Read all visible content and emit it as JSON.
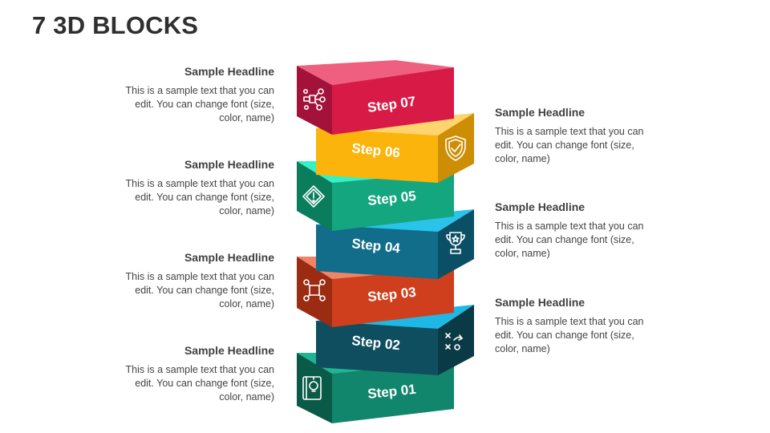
{
  "title": "7 3D BLOCKS",
  "steps": [
    {
      "label": "Step 07",
      "icon": "marketing-network-icon",
      "colors": {
        "front": "#d81a47",
        "top": "#ef5f80",
        "side": "#a3123a"
      }
    },
    {
      "label": "Step 06",
      "icon": "shield-check-icon",
      "colors": {
        "front": "#fbb40c",
        "top": "#ffd36e",
        "side": "#cd8e05"
      }
    },
    {
      "label": "Step 05",
      "icon": "warning-sign-icon",
      "colors": {
        "front": "#13a67f",
        "top": "#35f2c5",
        "side": "#0a7d5c"
      }
    },
    {
      "label": "Step 04",
      "icon": "trophy-icon",
      "colors": {
        "front": "#116d8a",
        "top": "#2ac3ea",
        "side": "#0b4f66"
      }
    },
    {
      "label": "Step 03",
      "icon": "team-collaboration-icon",
      "colors": {
        "front": "#cf3f1d",
        "top": "#ef8467",
        "side": "#9b2c11"
      }
    },
    {
      "label": "Step 02",
      "icon": "strategy-play-icon",
      "colors": {
        "front": "#0f4e5f",
        "top": "#1fb8e6",
        "side": "#0b3a47"
      }
    },
    {
      "label": "Step 01",
      "icon": "book-idea-icon",
      "colors": {
        "front": "#11866d",
        "top": "#1fb594",
        "side": "#0a5a48"
      }
    }
  ],
  "callouts": {
    "left": [
      {
        "headline": "Sample Headline",
        "body": "This is a sample text that you can edit. You can change font (size, color, name)"
      },
      {
        "headline": "Sample Headline",
        "body": "This is a sample text that you can edit. You can change font (size, color, name)"
      },
      {
        "headline": "Sample Headline",
        "body": "This is a sample text that you can edit. You can change font (size, color, name)"
      },
      {
        "headline": "Sample Headline",
        "body": "This is a sample text that you can edit. You can change font (size, color, name)"
      }
    ],
    "right": [
      {
        "headline": "Sample Headline",
        "body": "This is a sample text that you can edit. You can change font (size, color, name)"
      },
      {
        "headline": "Sample Headline",
        "body": "This is a sample text that you can edit. You can change font (size, color, name)"
      },
      {
        "headline": "Sample Headline",
        "body": "This is a sample text that you can edit. You can change font (size, color, name)"
      }
    ]
  }
}
